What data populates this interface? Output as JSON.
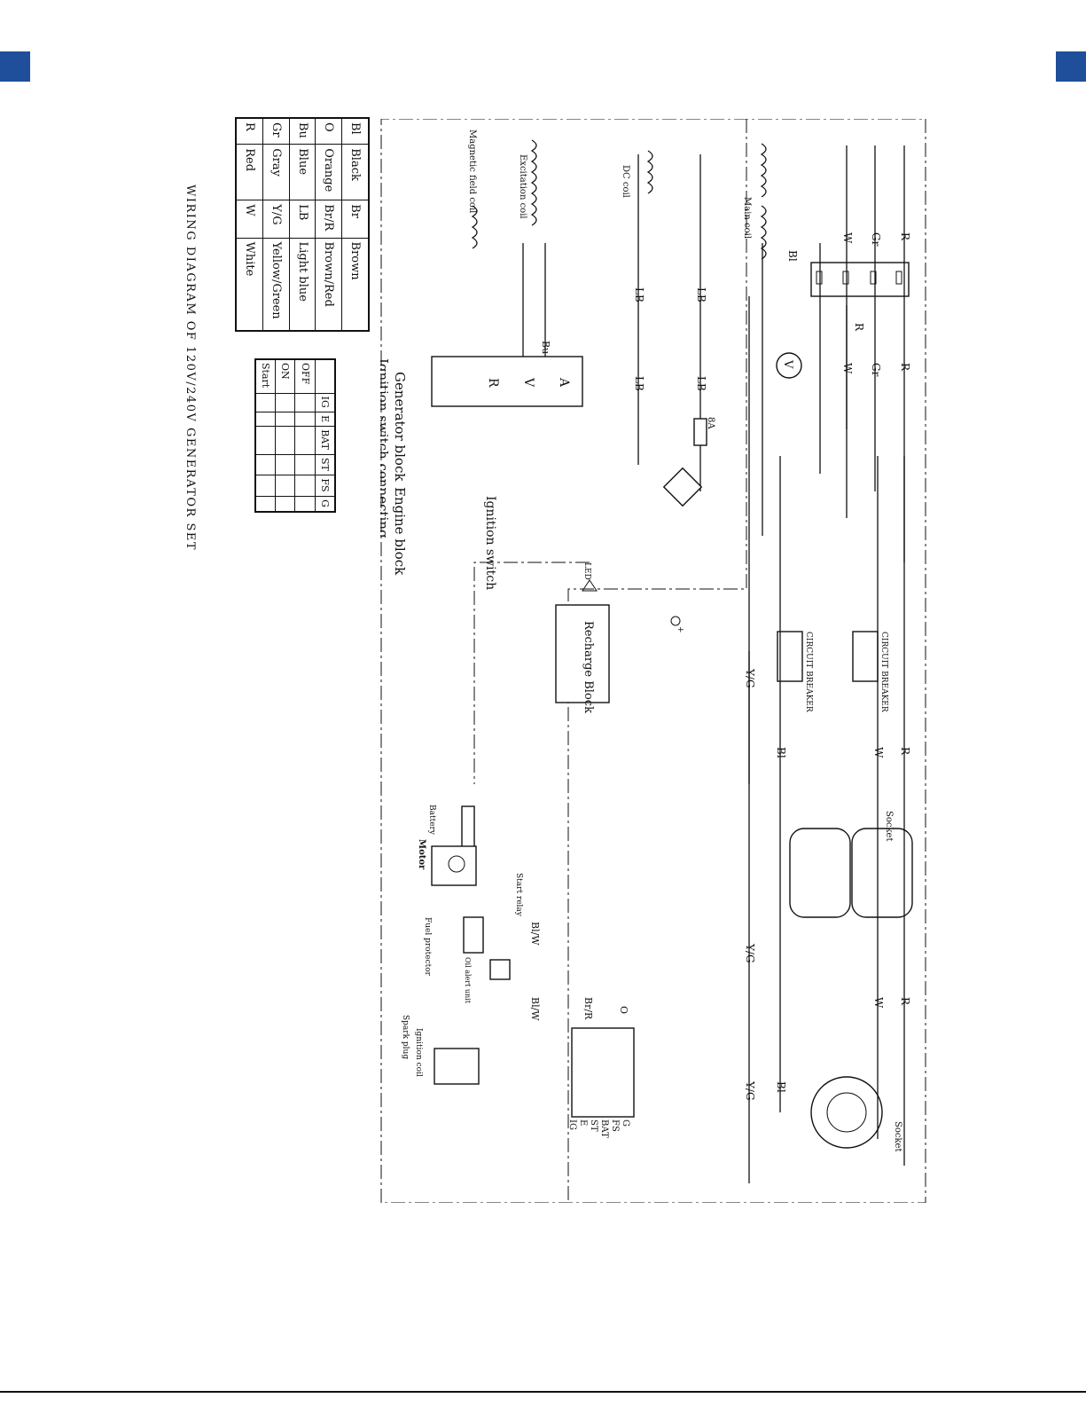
{
  "page": {
    "accent_color": "#1f4e9a",
    "corner_marks": [
      "left",
      "right"
    ]
  },
  "diagram": {
    "title": "WIRING DIAGRAM OF 120V/240V GENERATOR SET",
    "blocks": {
      "generator": "Generator block",
      "engine": "Engine block",
      "ignition_connecting": "Ignition switch connecting",
      "ignition_switch": "Ignition switch"
    },
    "components": {
      "main_coil": "Main coil",
      "dc_coil": "DC coil",
      "excitation_coil": "Excitation coil",
      "magnetic_field_coil": "Magnetic field coil",
      "circuit_breaker": "CIRCUIT BREAKER",
      "recharge_block": "Recharge Block",
      "led": "LED",
      "socket": "Socket",
      "battery": "Battery",
      "motor": "Motor",
      "start_relay": "Start relay",
      "fuel_protector": "Fuel protector",
      "oil_alert_unit": "Oil alert unit",
      "spark_plug": "Spark plug",
      "ignition_coil": "Ignition coil",
      "fuse": "8A",
      "voltmeter": "V",
      "avr_a": "A",
      "avr_v": "V",
      "avr_r": "R",
      "battery_plus": "+"
    },
    "wire_labels": {
      "r": "R",
      "gr": "Gr",
      "w": "W",
      "bl": "Bl",
      "lb": "LB",
      "bu": "Bu",
      "yg": "Y/G",
      "brr": "Br/R",
      "blw": "Bl/W",
      "o": "O"
    },
    "connector_terminals": [
      "G",
      "FS",
      "BAT",
      "ST",
      "E",
      "IG"
    ],
    "legend": {
      "rows": [
        [
          "Bl",
          "Black",
          "Br",
          "Brown"
        ],
        [
          "O",
          "Orange",
          "Br/R",
          "Brown/Red"
        ],
        [
          "Bu",
          "Blue",
          "LB",
          "Light blue"
        ],
        [
          "Gr",
          "Gray",
          "Y/G",
          "Yellow/Green"
        ],
        [
          "R",
          "Red",
          "W",
          "White"
        ]
      ]
    },
    "switch_table": {
      "columns": [
        "IG",
        "E",
        "BAT",
        "ST",
        "FS",
        "G"
      ],
      "rows": [
        "OFF",
        "ON",
        "Start"
      ]
    }
  }
}
